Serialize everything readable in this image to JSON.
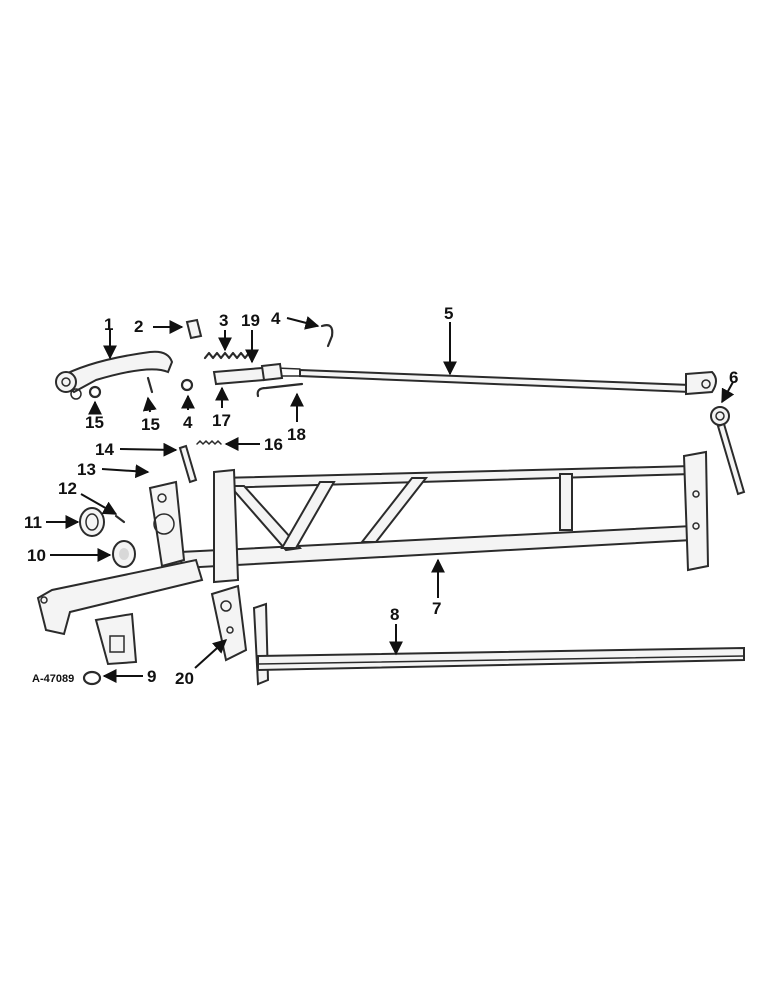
{
  "figure": {
    "reference": "A-47089"
  },
  "callouts": {
    "c1": "1",
    "c2": "2",
    "c3": "3",
    "c19": "19",
    "c4a": "4",
    "c5": "5",
    "c6": "6",
    "c15a": "15",
    "c15b": "15",
    "c4b": "4",
    "c17": "17",
    "c18": "18",
    "c14": "14",
    "c16": "16",
    "c13": "13",
    "c12": "12",
    "c11": "11",
    "c10": "10",
    "c7": "7",
    "c8": "8",
    "c9": "9",
    "c20": "20"
  }
}
